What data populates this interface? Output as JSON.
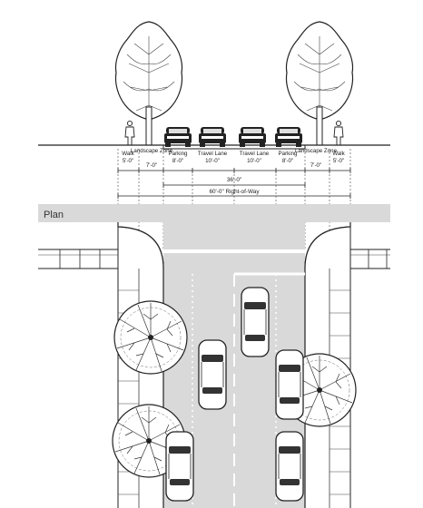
{
  "section": {
    "zones": [
      {
        "name": "Walk",
        "width": "5'-0\""
      },
      {
        "name": "Landscape Zone",
        "width": "7'-0\""
      },
      {
        "name": "Parking",
        "width": "8'-0\""
      },
      {
        "name": "Travel Lane",
        "width": "10'-0\""
      },
      {
        "name": "Travel Lane",
        "width": "10'-0\""
      },
      {
        "name": "Parking",
        "width": "8'-0\""
      },
      {
        "name": "Landscape Zone",
        "width": "7'-0\""
      },
      {
        "name": "Walk",
        "width": "5'-0\""
      }
    ],
    "curb_to_curb": "36'-0\"",
    "right_of_way": "60'-0\" Right-of-Way"
  },
  "plan": {
    "title": "Plan"
  },
  "colors": {
    "road": "#d9d9d9",
    "ink": "#222222",
    "paper": "#ffffff"
  }
}
